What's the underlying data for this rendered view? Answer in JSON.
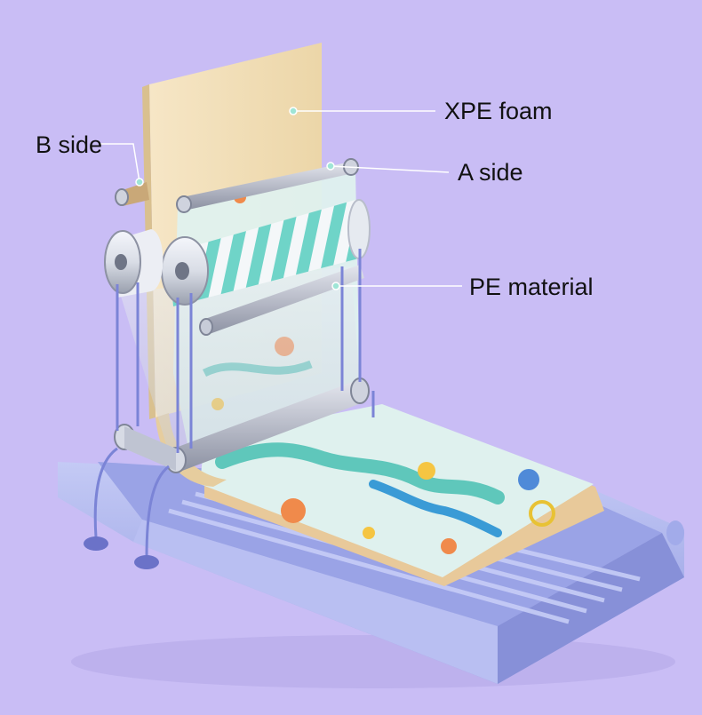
{
  "diagram": {
    "labels": {
      "xpe_foam": "XPE foam",
      "b_side": "B side",
      "a_side": "A side",
      "pe_material": "PE material"
    },
    "colors": {
      "background": "#c9bdf5",
      "foam": "#f2dfb8",
      "mat_print": "#dff1ee",
      "frame": "#a9b1ee",
      "roller_stripe": "#6fd4c8",
      "callout": "#ffffff"
    }
  }
}
